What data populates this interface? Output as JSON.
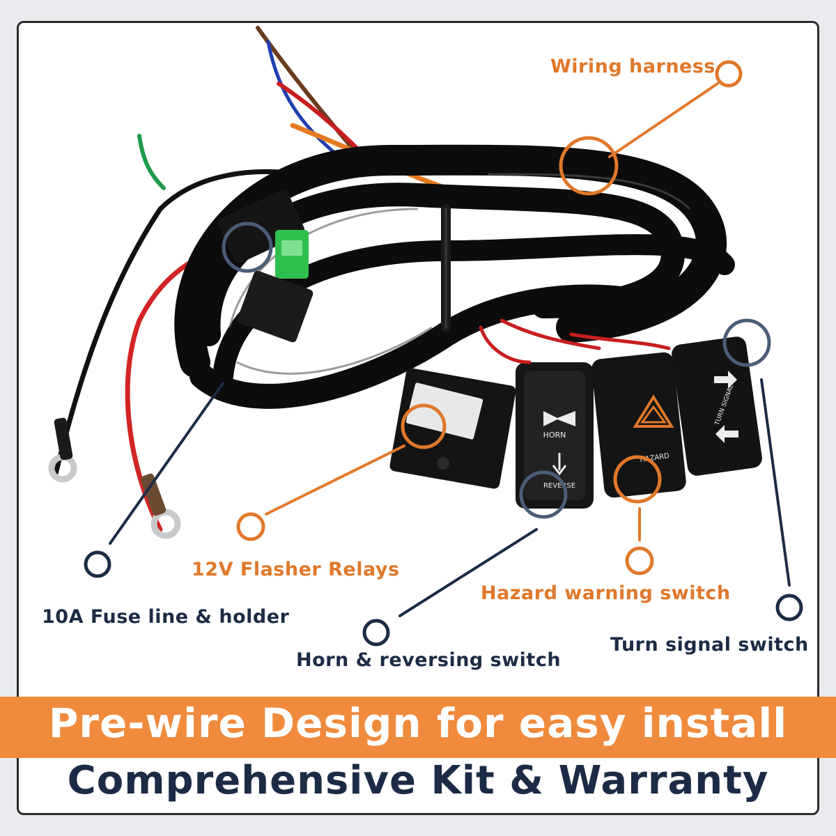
{
  "callouts": {
    "wiring_harness": "Wiring harness",
    "flasher_relays": "12V Flasher Relays",
    "fuse_line": "10A Fuse line & holder",
    "hazard_switch": "Hazard warning switch",
    "horn_switch": "Horn & reversing switch",
    "turn_switch": "Turn signal switch"
  },
  "switch_labels": {
    "horn": "HORN",
    "reverse": "REVERSE",
    "hazard": "HAZARD",
    "turn": "TURN SIGNAL"
  },
  "banner": {
    "headline": "Pre-wire Design for easy install",
    "subline": "Comprehensive Kit & Warranty"
  },
  "colors": {
    "accent_orange": "#e0782a",
    "navy": "#1c2b45",
    "banner_orange": "#f08a3c"
  }
}
